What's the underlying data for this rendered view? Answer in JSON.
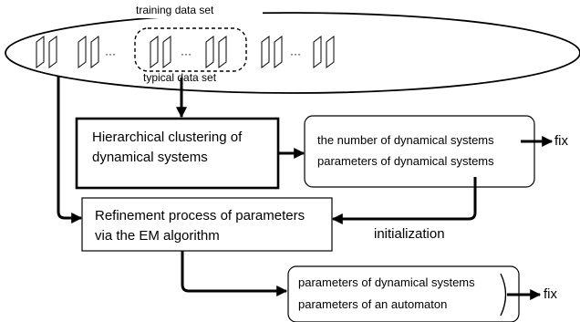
{
  "labels": {
    "training_data_set": "training data set",
    "typical_data_set": "typical data set",
    "dots_1": "···",
    "dots_2": "···",
    "dots_3": "···"
  },
  "boxes": {
    "clustering": {
      "line1": "Hierarchical clustering of",
      "line2": "dynamical systems"
    },
    "clustering_output": {
      "line1": "the number of dynamical systems",
      "line2": "parameters of dynamical systems"
    },
    "refinement": {
      "line1": "Refinement process of parameters",
      "line2": "via the EM algorithm"
    },
    "final_output": {
      "line1": "parameters of dynamical systems",
      "line2": "parameters of an automaton"
    }
  },
  "edge_labels": {
    "fix_1": "fix",
    "initialization": "initialization",
    "fix_2": "fix"
  }
}
